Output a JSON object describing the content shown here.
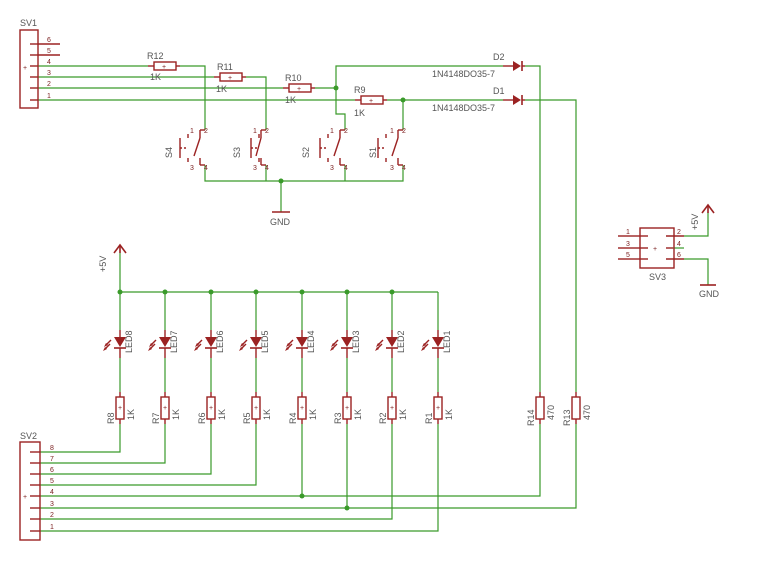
{
  "colors": {
    "wire": "#3a9a2a",
    "part": "#9b2222",
    "text": "#555555",
    "background": "#ffffff"
  },
  "headers": {
    "sv1": {
      "name": "SV1",
      "pins": [
        "6",
        "5",
        "4",
        "3",
        "2",
        "1"
      ]
    },
    "sv2": {
      "name": "SV2",
      "pins": [
        "8",
        "7",
        "6",
        "5",
        "4",
        "3",
        "2",
        "1"
      ]
    },
    "sv3": {
      "name": "SV3",
      "pins": [
        "1",
        "2",
        "3",
        "4",
        "5",
        "6"
      ]
    }
  },
  "resistors_top": [
    {
      "name": "R12",
      "value": "1K"
    },
    {
      "name": "R11",
      "value": "1K"
    },
    {
      "name": "R10",
      "value": "1K"
    },
    {
      "name": "R9",
      "value": "1K"
    }
  ],
  "diodes": [
    {
      "name": "D2",
      "value": "1N4148DO35-7"
    },
    {
      "name": "D1",
      "value": "1N4148DO35-7"
    }
  ],
  "switches": [
    {
      "name": "S4",
      "pins": [
        "1",
        "2",
        "3",
        "4"
      ]
    },
    {
      "name": "S3",
      "pins": [
        "1",
        "2",
        "3",
        "4"
      ]
    },
    {
      "name": "S2",
      "pins": [
        "1",
        "2",
        "3",
        "4"
      ]
    },
    {
      "name": "S1",
      "pins": [
        "1",
        "2",
        "3",
        "4"
      ]
    }
  ],
  "leds": [
    "LED8",
    "LED7",
    "LED6",
    "LED5",
    "LED4",
    "LED3",
    "LED2",
    "LED1"
  ],
  "resistors_led": [
    {
      "name": "R8",
      "value": "1K"
    },
    {
      "name": "R7",
      "value": "1K"
    },
    {
      "name": "R6",
      "value": "1K"
    },
    {
      "name": "R5",
      "value": "1K"
    },
    {
      "name": "R4",
      "value": "1K"
    },
    {
      "name": "R3",
      "value": "1K"
    },
    {
      "name": "R2",
      "value": "1K"
    },
    {
      "name": "R1",
      "value": "1K"
    }
  ],
  "resistors_right": [
    {
      "name": "R14",
      "value": "470"
    },
    {
      "name": "R13",
      "value": "470"
    }
  ],
  "power": {
    "vcc": "+5V",
    "gnd": "GND"
  },
  "plus_mark": "+"
}
